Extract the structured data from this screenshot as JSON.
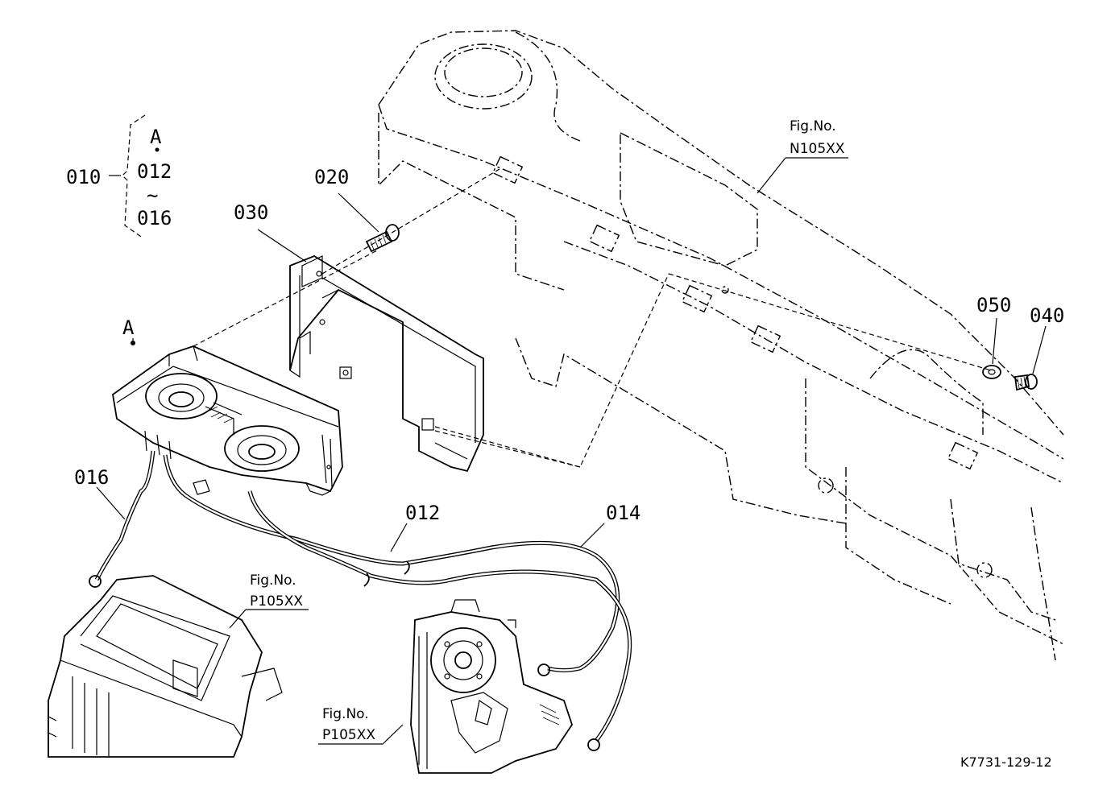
{
  "labels": {
    "callout_010": "010",
    "callout_a_top": "A",
    "callout_012_range": "012",
    "callout_016_range": "016",
    "callout_020": "020",
    "callout_030": "030",
    "callout_a_unit": "A",
    "callout_016": "016",
    "callout_012": "012",
    "callout_014": "014",
    "callout_040": "040",
    "callout_050": "050"
  },
  "references": {
    "fig_n": {
      "line1": "Fig.No.",
      "line2": "N105XX"
    },
    "fig_p_left": {
      "line1": "Fig.No.",
      "line2": "P105XX"
    },
    "fig_p_bottom": {
      "line1": "Fig.No.",
      "line2": "P105XX"
    }
  },
  "drawing_code": "K7731-129-12",
  "range_mark": "~"
}
